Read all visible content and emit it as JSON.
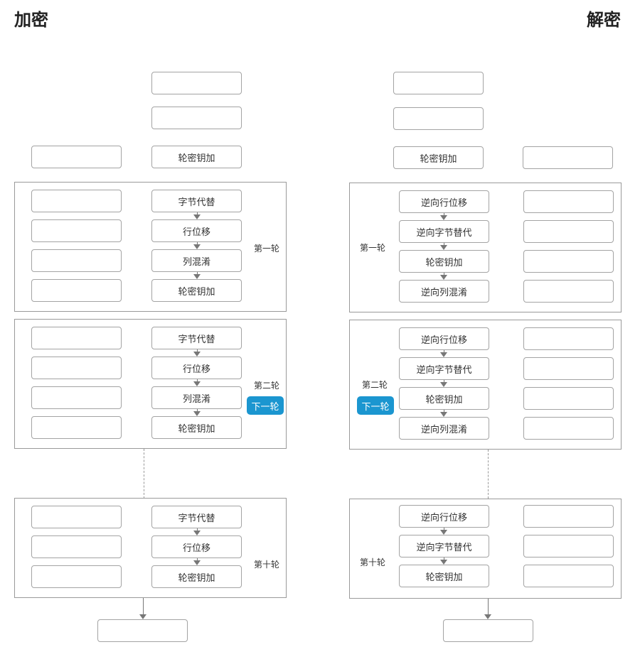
{
  "encrypt": {
    "title": "加密",
    "initial_add_round_key": "轮密钥加",
    "rounds": [
      {
        "label": "第一轮",
        "steps": [
          "字节代替",
          "行位移",
          "列混淆",
          "轮密钥加"
        ]
      },
      {
        "label": "第二轮",
        "steps": [
          "字节代替",
          "行位移",
          "列混淆",
          "轮密钥加"
        ],
        "next_button": "下一轮"
      },
      {
        "label": "第十轮",
        "steps": [
          "字节代替",
          "行位移",
          "轮密钥加"
        ]
      }
    ]
  },
  "decrypt": {
    "title": "解密",
    "initial_add_round_key": "轮密钥加",
    "rounds": [
      {
        "label": "第一轮",
        "steps": [
          "逆向行位移",
          "逆向字节替代",
          "轮密钥加",
          "逆向列混淆"
        ]
      },
      {
        "label": "第二轮",
        "steps": [
          "逆向行位移",
          "逆向字节替代",
          "轮密钥加",
          "逆向列混淆"
        ],
        "next_button": "下一轮"
      },
      {
        "label": "第十轮",
        "steps": [
          "逆向行位移",
          "逆向字节替代",
          "轮密钥加"
        ]
      }
    ]
  },
  "colors": {
    "accent": "#1b96d0",
    "border": "#a3a3a3",
    "arrow": "#777777"
  }
}
